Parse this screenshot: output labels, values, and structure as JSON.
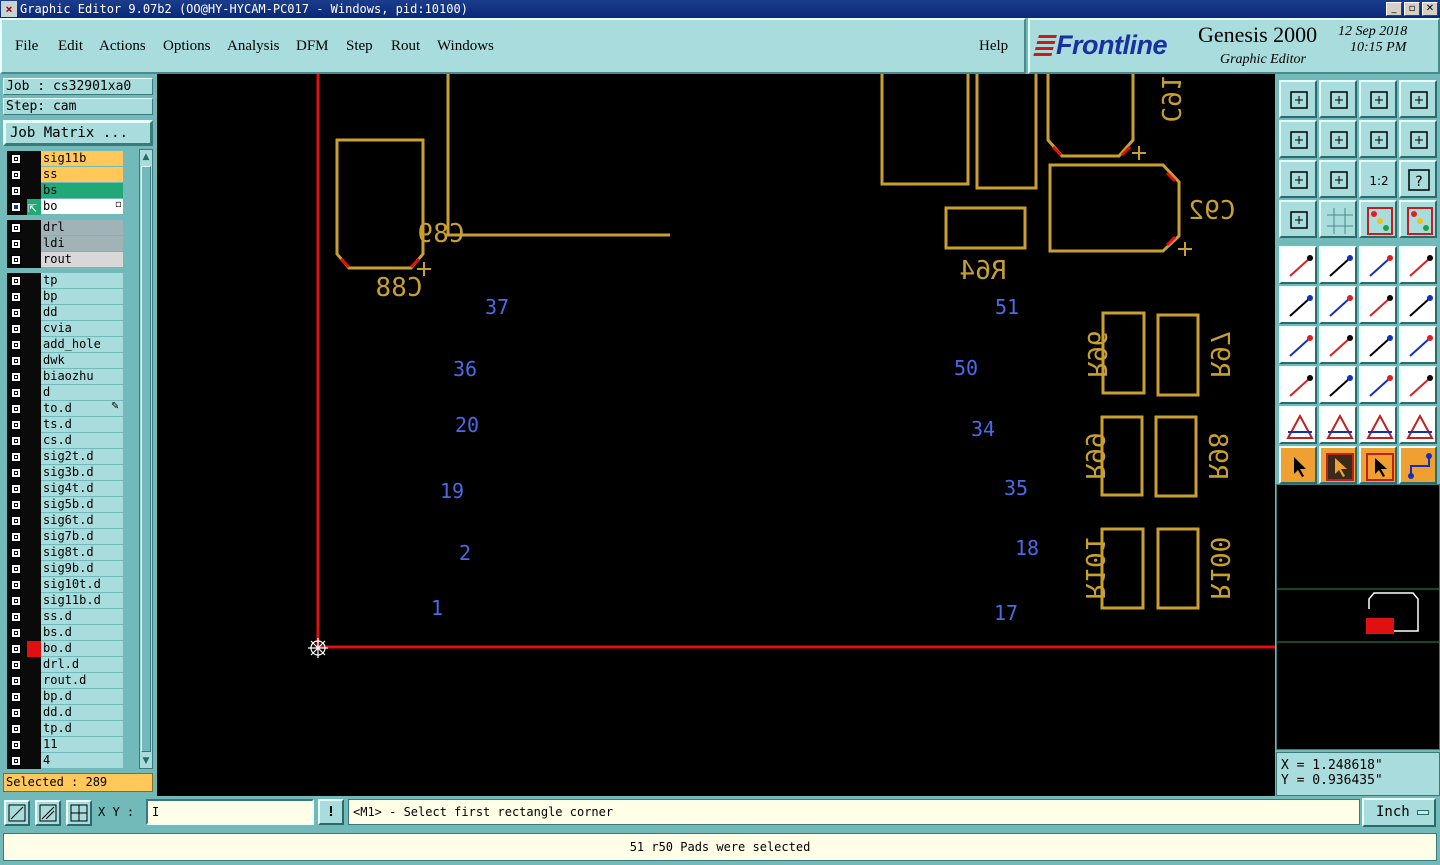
{
  "window": {
    "title": "Graphic Editor 9.07b2 (OO@HY-HYCAM-PC017 - Windows, pid:10100)",
    "buttons": [
      "_",
      "▫",
      "✕"
    ]
  },
  "menu": {
    "items": [
      "File",
      "Edit",
      "Actions",
      "Options",
      "Analysis",
      "DFM",
      "Step",
      "Rout",
      "Windows"
    ],
    "help": "Help"
  },
  "brand": {
    "logo": "Frontline",
    "product": "Genesis 2000",
    "subtitle": "Graphic Editor",
    "date": "12 Sep 2018",
    "time": "10:15 PM"
  },
  "job": {
    "job_label": "Job : cs32901xa0",
    "step_label": "Step: cam",
    "matrix_button": "Job Matrix ..."
  },
  "layers": [
    {
      "name": "sig11b",
      "color": "#ffc858"
    },
    {
      "name": "ss",
      "color": "#ffc858"
    },
    {
      "name": "bs",
      "color": "#20a878"
    },
    {
      "name": "bo",
      "color": "#ffffff",
      "active": true
    },
    {
      "name": "drl",
      "color": "#a0b4b8",
      "gap": true
    },
    {
      "name": "ldi",
      "color": "#a0b4b8"
    },
    {
      "name": "rout",
      "color": "#d8d8d8"
    },
    {
      "name": "tp",
      "color": "#a9dcdc",
      "gap": true
    },
    {
      "name": "bp",
      "color": "#a9dcdc"
    },
    {
      "name": "dd",
      "color": "#a9dcdc"
    },
    {
      "name": "cvia",
      "color": "#a9dcdc"
    },
    {
      "name": "add_hole",
      "color": "#a9dcdc"
    },
    {
      "name": "dwk",
      "color": "#a9dcdc"
    },
    {
      "name": "biaozhu",
      "color": "#a9dcdc"
    },
    {
      "name": "d",
      "color": "#a9dcdc"
    },
    {
      "name": "to.d",
      "color": "#a9dcdc",
      "mark": "✎"
    },
    {
      "name": "ts.d",
      "color": "#a9dcdc"
    },
    {
      "name": "cs.d",
      "color": "#a9dcdc"
    },
    {
      "name": "sig2t.d",
      "color": "#a9dcdc"
    },
    {
      "name": "sig3b.d",
      "color": "#a9dcdc"
    },
    {
      "name": "sig4t.d",
      "color": "#a9dcdc"
    },
    {
      "name": "sig5b.d",
      "color": "#a9dcdc"
    },
    {
      "name": "sig6t.d",
      "color": "#a9dcdc"
    },
    {
      "name": "sig7b.d",
      "color": "#a9dcdc"
    },
    {
      "name": "sig8t.d",
      "color": "#a9dcdc"
    },
    {
      "name": "sig9b.d",
      "color": "#a9dcdc"
    },
    {
      "name": "sig10t.d",
      "color": "#a9dcdc"
    },
    {
      "name": "sig11b.d",
      "color": "#a9dcdc"
    },
    {
      "name": "ss.d",
      "color": "#a9dcdc"
    },
    {
      "name": "bs.d",
      "color": "#a9dcdc"
    },
    {
      "name": "bo.d",
      "color": "#a9dcdc",
      "red": true
    },
    {
      "name": "drl.d",
      "color": "#a9dcdc"
    },
    {
      "name": "rout.d",
      "color": "#a9dcdc"
    },
    {
      "name": "bp.d",
      "color": "#a9dcdc"
    },
    {
      "name": "dd.d",
      "color": "#a9dcdc"
    },
    {
      "name": "tp.d",
      "color": "#a9dcdc"
    },
    {
      "name": "11",
      "color": "#a9dcdc"
    },
    {
      "name": "4",
      "color": "#a9dcdc"
    }
  ],
  "selected_count": "Selected : 289",
  "canvas": {
    "refdes": [
      "C89",
      "C92",
      "R64",
      "C88",
      "C91",
      "R96",
      "R97",
      "R99",
      "R98",
      "R101",
      "R100"
    ],
    "numbers": [
      "37",
      "36",
      "20",
      "19",
      "2",
      "1",
      "51",
      "50",
      "34",
      "35",
      "18",
      "17"
    ],
    "colors": {
      "silk": "#c8a030",
      "number": "#4a6ae8",
      "profile": "#e01010",
      "background": "#000000"
    }
  },
  "coords": {
    "x": "X = 1.248618\"",
    "y": "Y = 0.936435\""
  },
  "command": {
    "xy_label": "X Y :",
    "xy_value": "I",
    "excl": "!",
    "prompt": "<M1> - Select first rectangle corner",
    "units": "Inch"
  },
  "status": "51 r50 Pads were selected"
}
